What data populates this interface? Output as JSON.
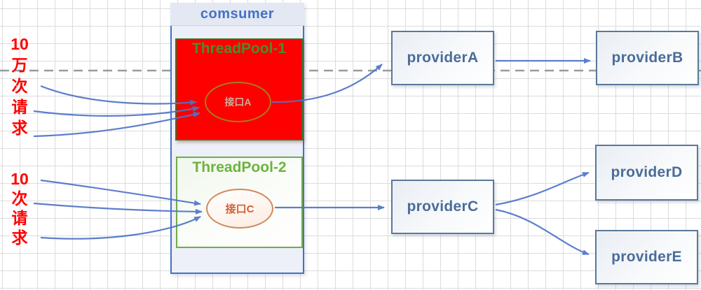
{
  "consumer": {
    "title": "comsumer",
    "threadpool1": {
      "label": "ThreadPool-1",
      "interface_label": "接口A",
      "fill": "#fe0000",
      "label_color": "#4e8a2e"
    },
    "threadpool2": {
      "label": "ThreadPool-2",
      "interface_label": "接口C",
      "border_color": "#70ad47",
      "label_color": "#6db33f"
    }
  },
  "providers": [
    {
      "label": "providerA"
    },
    {
      "label": "providerB"
    },
    {
      "label": "providerC"
    },
    {
      "label": "providerD"
    },
    {
      "label": "providerE"
    }
  ],
  "annotations": {
    "top_requests": {
      "lines": [
        "10",
        "万",
        "次",
        "请",
        "求"
      ],
      "color": "#ff0000"
    },
    "bottom_requests": {
      "lines": [
        "10",
        "次",
        "请",
        "求"
      ],
      "color": "#ff0000"
    }
  },
  "colors": {
    "accent_blue": "#4472c4",
    "arrow_blue": "#4f74c9",
    "provider_text": "#4a6d99",
    "dashed_line": "#9a9a9a",
    "grid_line": "#dcdcdc"
  }
}
